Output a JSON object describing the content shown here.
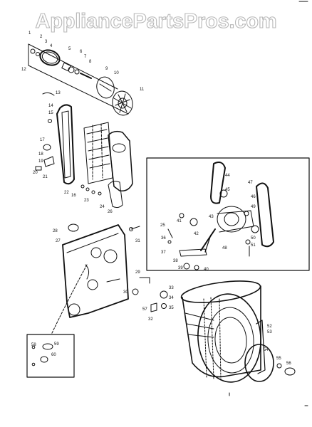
{
  "watermark": {
    "text": "AppliancePartsPros.com"
  },
  "callouts": [
    {
      "id": "c1",
      "text": "1"
    },
    {
      "id": "c2",
      "text": "2"
    },
    {
      "id": "c3",
      "text": "3"
    },
    {
      "id": "c4",
      "text": "4"
    },
    {
      "id": "c5",
      "text": "5"
    },
    {
      "id": "c6",
      "text": "6"
    },
    {
      "id": "c7",
      "text": "7"
    },
    {
      "id": "c8",
      "text": "8"
    },
    {
      "id": "c9",
      "text": "9"
    },
    {
      "id": "c10",
      "text": "10"
    },
    {
      "id": "c11",
      "text": "11"
    },
    {
      "id": "c12",
      "text": "12"
    },
    {
      "id": "c13",
      "text": "13"
    },
    {
      "id": "c14",
      "text": "14"
    },
    {
      "id": "c15",
      "text": "15"
    },
    {
      "id": "c16",
      "text": "16"
    },
    {
      "id": "c17",
      "text": "17"
    },
    {
      "id": "c18",
      "text": "18"
    },
    {
      "id": "c19",
      "text": "19"
    },
    {
      "id": "c20",
      "text": "20"
    },
    {
      "id": "c21",
      "text": "21"
    },
    {
      "id": "c22",
      "text": "22"
    },
    {
      "id": "c23",
      "text": "23"
    },
    {
      "id": "c24",
      "text": "24"
    },
    {
      "id": "c25",
      "text": "25"
    },
    {
      "id": "c26",
      "text": "26"
    },
    {
      "id": "c27",
      "text": "27"
    },
    {
      "id": "c28",
      "text": "28"
    },
    {
      "id": "c29",
      "text": "29"
    },
    {
      "id": "c30",
      "text": "30"
    },
    {
      "id": "c31",
      "text": "31"
    },
    {
      "id": "c32",
      "text": "32"
    },
    {
      "id": "c33",
      "text": "33"
    },
    {
      "id": "c34",
      "text": "34"
    },
    {
      "id": "c35",
      "text": "35"
    },
    {
      "id": "c36",
      "text": "36"
    },
    {
      "id": "c37",
      "text": "37"
    },
    {
      "id": "c38",
      "text": "38"
    },
    {
      "id": "c39",
      "text": "39"
    },
    {
      "id": "c40",
      "text": "40"
    },
    {
      "id": "c41",
      "text": "41"
    },
    {
      "id": "c42",
      "text": "42"
    },
    {
      "id": "c43",
      "text": "43"
    },
    {
      "id": "c44",
      "text": "44"
    },
    {
      "id": "c45",
      "text": "45"
    },
    {
      "id": "c46",
      "text": "46"
    },
    {
      "id": "c47",
      "text": "47"
    },
    {
      "id": "c48",
      "text": "48"
    },
    {
      "id": "c49",
      "text": "49"
    },
    {
      "id": "c50",
      "text": "50"
    },
    {
      "id": "c51",
      "text": "51"
    },
    {
      "id": "c52",
      "text": "52"
    },
    {
      "id": "c53",
      "text": "53"
    },
    {
      "id": "c54",
      "text": "54"
    },
    {
      "id": "c55",
      "text": "55"
    },
    {
      "id": "c56",
      "text": "56"
    },
    {
      "id": "c57",
      "text": "57"
    },
    {
      "id": "c58",
      "text": "58"
    },
    {
      "id": "c59",
      "text": "59"
    },
    {
      "id": "c60",
      "text": "60"
    }
  ]
}
